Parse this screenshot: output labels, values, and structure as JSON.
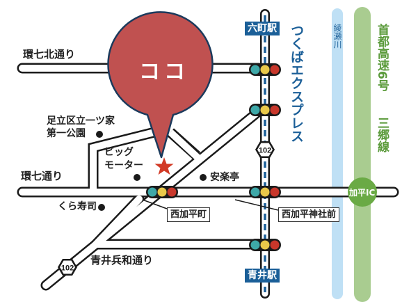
{
  "marker": {
    "label": "ココ",
    "color": "#c05150",
    "outline": "#1b3a5c"
  },
  "roads": {
    "kan7_north": "環七北通り",
    "kan7": "環七通り",
    "aoi_hyowa": "青井兵和通り",
    "route_number": "102"
  },
  "railway": {
    "name": "つくばエクスプレス",
    "stations": [
      "六町駅",
      "青井駅"
    ],
    "color": "#1b5f98"
  },
  "river": {
    "name": "綾瀬川",
    "color": "#bfe0f5"
  },
  "expressway": {
    "name_line1": "首都高速6号",
    "name_line2": "三郷線",
    "color": "#a9cc90",
    "ic_label": "加平IC",
    "ic_color": "#6aaa45"
  },
  "landmarks": {
    "park_line1": "足立区立一ツ家",
    "park_line2": "第一公園",
    "bigmotor_line1": "ビッグ",
    "bigmotor_line2": "モーター",
    "anrakutei": "安楽亭",
    "kurazushi": "くら寿司"
  },
  "intersections": [
    "西加平町",
    "西加平神社前"
  ],
  "signal_colors": [
    "#3ea8a8",
    "#e9c84a",
    "#c8372b"
  ]
}
